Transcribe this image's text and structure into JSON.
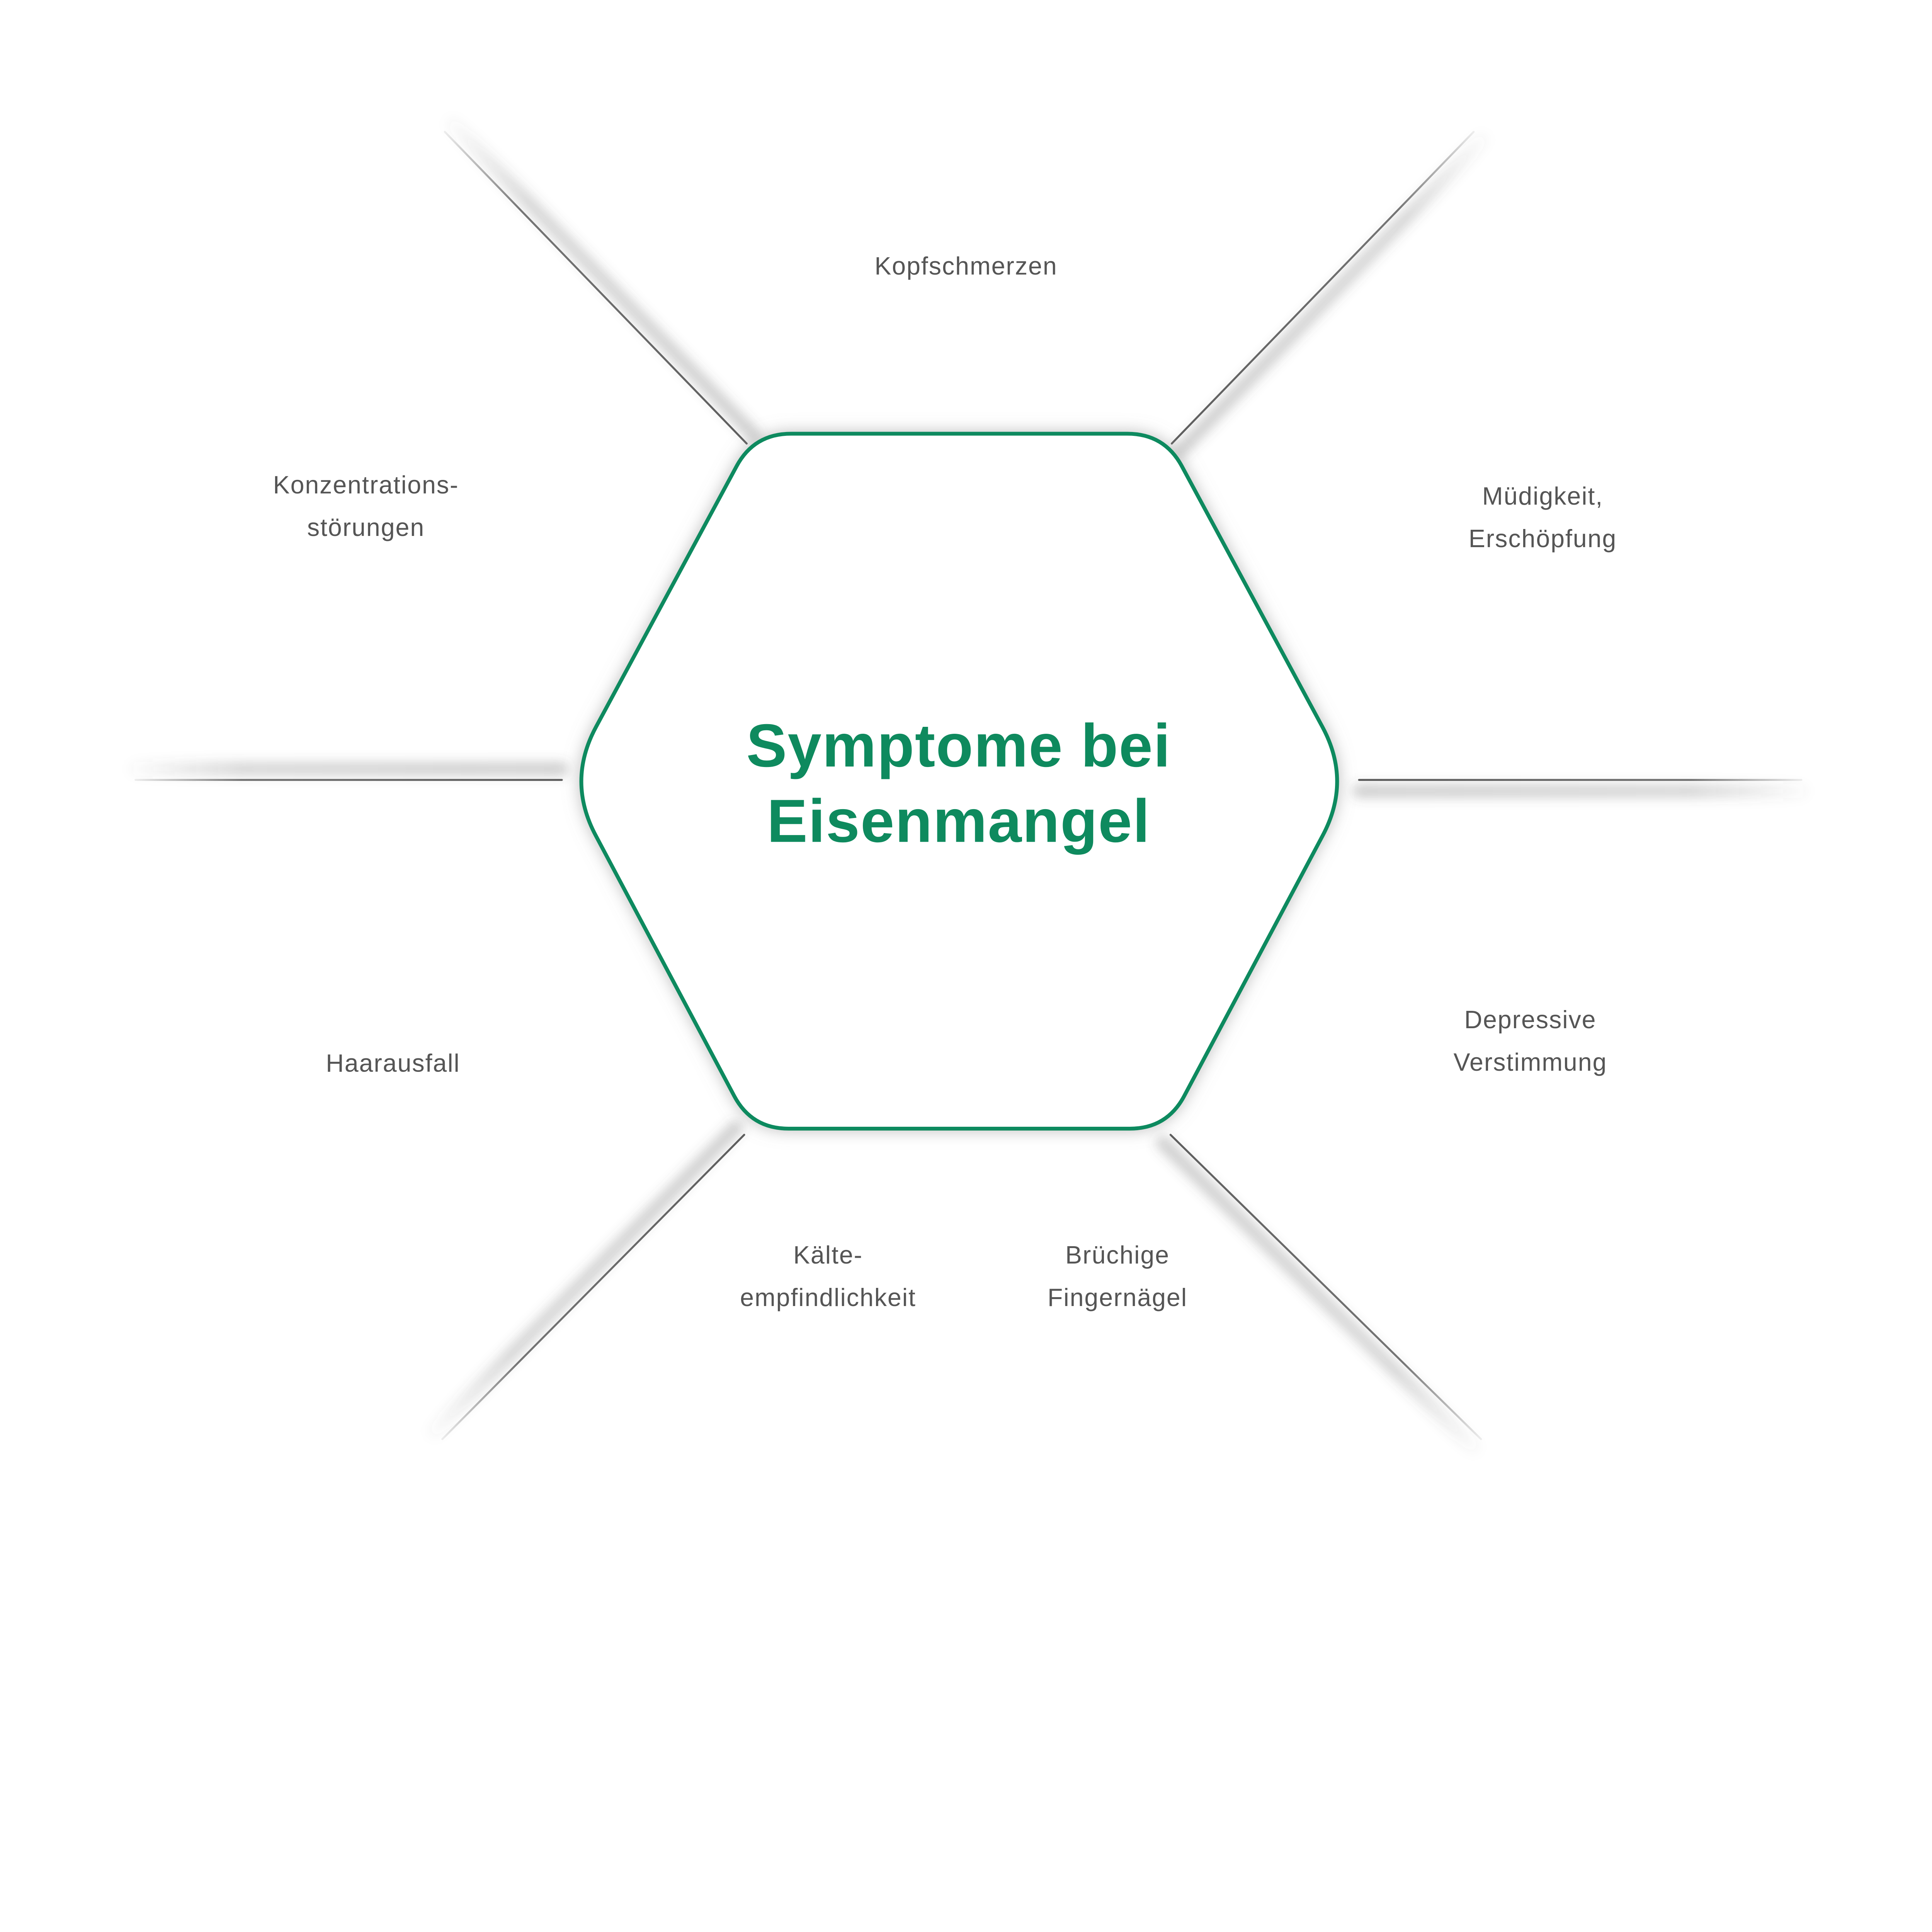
{
  "title": {
    "line1": "Symptome bei",
    "line2": "Eisenmangel"
  },
  "labels": [
    {
      "id": "kopfschmerzen",
      "text": "Kopfschmerzen"
    },
    {
      "id": "muedigkeit",
      "text": "Müdigkeit,\nErschöpfung"
    },
    {
      "id": "depressive",
      "text": "Depressive\nVerstimmung"
    },
    {
      "id": "bruechige",
      "text": "Brüchige\nFingernägel"
    },
    {
      "id": "kaelte",
      "text": "Kälte-\nempfindlichkeit"
    },
    {
      "id": "haarausfall",
      "text": "Haarausfall"
    },
    {
      "id": "konzentration",
      "text": "Konzentrations-\nstörungen"
    }
  ],
  "colors": {
    "accent_green": "#0e8a5e",
    "label_gray": "#555555",
    "line_gray": "#555555",
    "background": "#ffffff"
  }
}
